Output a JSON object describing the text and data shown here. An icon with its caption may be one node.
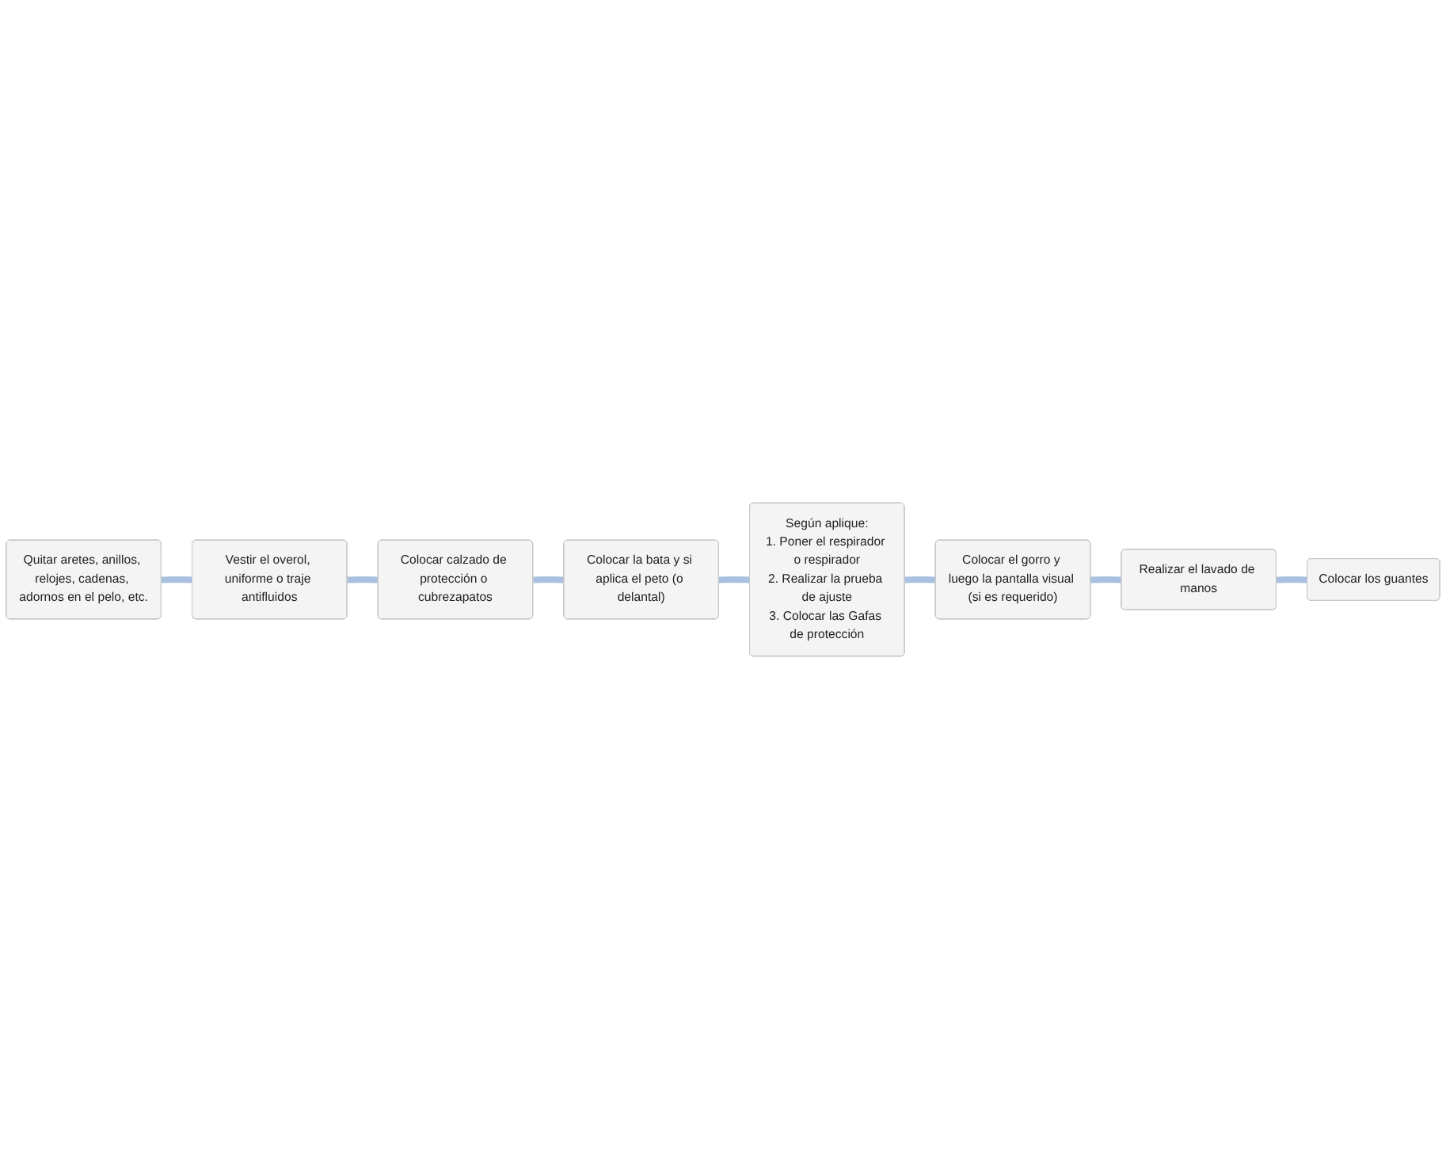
{
  "diagram": {
    "nodes": [
      {
        "text": [
          "Quitar aretes, anillos, relojes, cadenas, adornos en el pelo, etc."
        ]
      },
      {
        "text": [
          "Vestir el overol, uniforme o traje antifluidos"
        ]
      },
      {
        "text": [
          "Colocar calzado de protección o cubrezapatos"
        ]
      },
      {
        "text": [
          "Colocar la bata y si aplica el peto (o delantal)"
        ]
      },
      {
        "text": [
          "Según aplique:",
          "1. Poner el respirador o respirador",
          "2. Realizar la prueba de ajuste",
          "3. Colocar las Gafas de protección"
        ]
      },
      {
        "text": [
          "Colocar el gorro y luego la pantalla visual (si es requerido)"
        ]
      },
      {
        "text": [
          "Realizar el lavado de manos"
        ]
      },
      {
        "text": [
          "Colocar los guantes"
        ]
      }
    ],
    "edges": [
      {
        "from": 0,
        "to": 1,
        "arrow": "none"
      },
      {
        "from": 1,
        "to": 2,
        "arrow": "none"
      },
      {
        "from": 2,
        "to": 3,
        "arrow": "none"
      },
      {
        "from": 3,
        "to": 4,
        "arrow": "none"
      },
      {
        "from": 4,
        "to": 5,
        "arrow": "none"
      },
      {
        "from": 5,
        "to": 6,
        "arrow": "none"
      },
      {
        "from": 6,
        "to": 7,
        "arrow": "none"
      }
    ]
  }
}
